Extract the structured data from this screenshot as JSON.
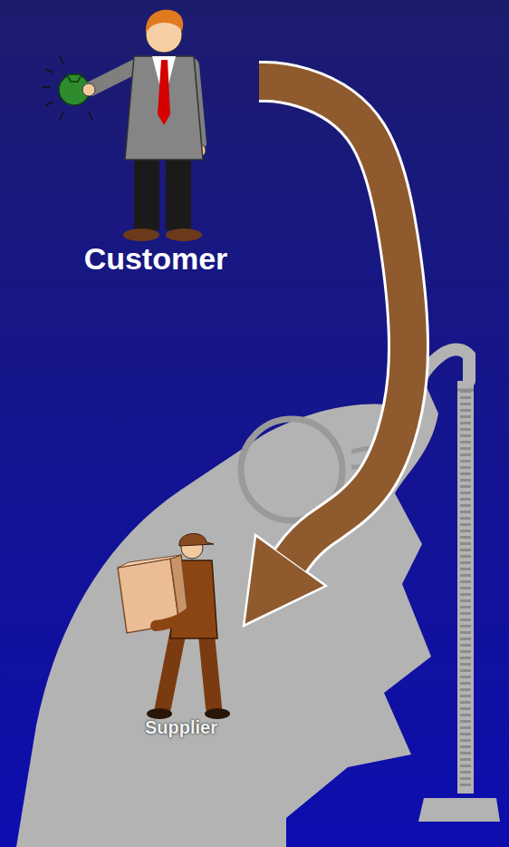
{
  "diagram": {
    "nodes": [
      {
        "text": [
          "Customer"
        ]
      },
      {
        "text": [
          "Supplier"
        ]
      }
    ],
    "edges": [
      {
        "from": 0,
        "to": 1,
        "arrow": "to"
      }
    ]
  }
}
